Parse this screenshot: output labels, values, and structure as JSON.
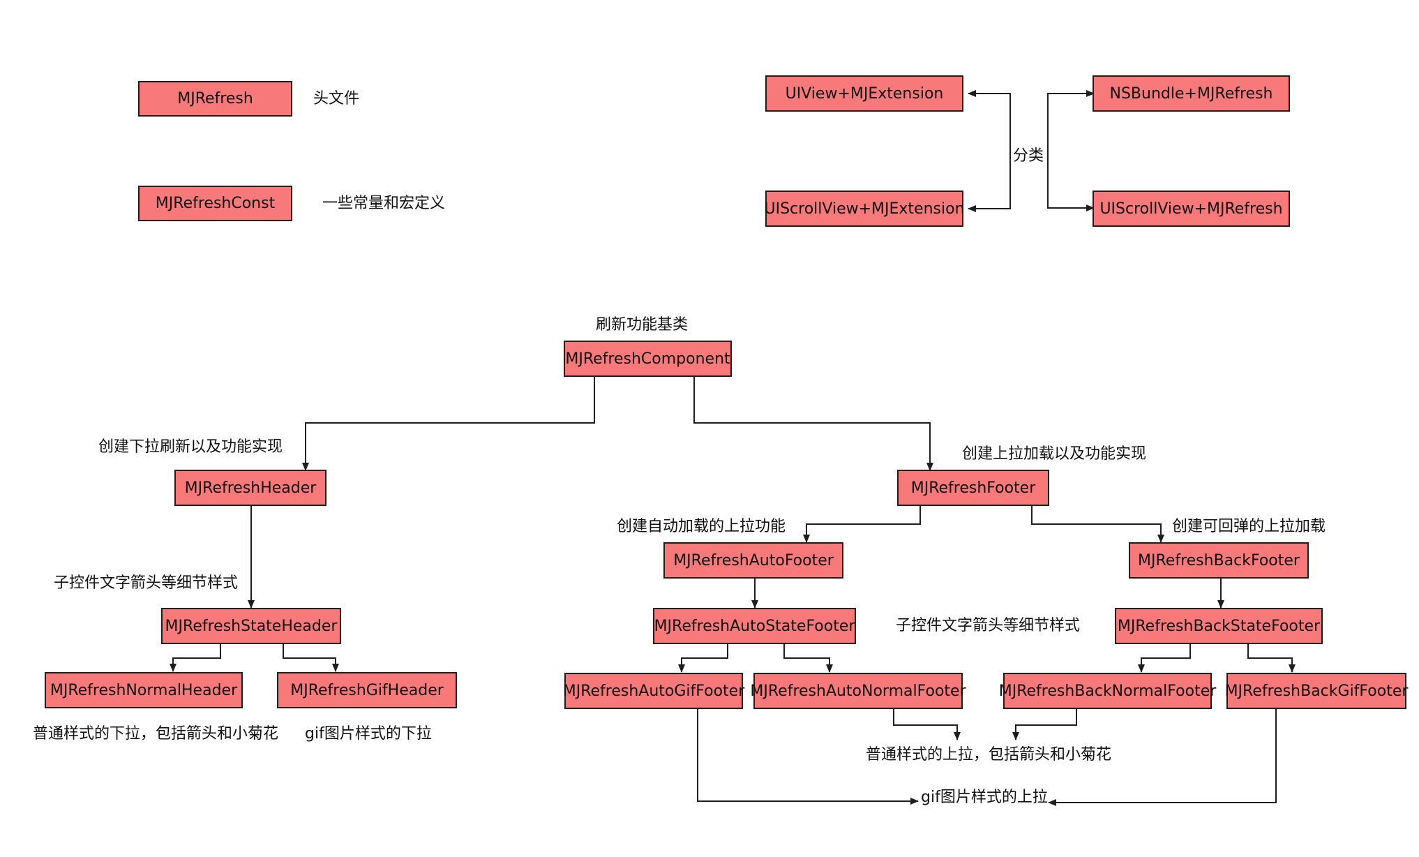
{
  "colors": {
    "box_fill": "#f8797a",
    "box_stroke": "#1e1e1e",
    "line": "#1e1e1e",
    "background": "#ffffff"
  },
  "boxes": {
    "mjrefresh": "MJRefresh",
    "mjrefresh_const": "MJRefreshConst",
    "uiview_ext": "UIView+MJExtension",
    "uiscrollview_ext": "UIScrollView+MJExtension",
    "nsbundle": "NSBundle+MJRefresh",
    "uiscrollview_refresh": "UIScrollView+MJRefresh",
    "component": "MJRefreshComponent",
    "header": "MJRefreshHeader",
    "footer": "MJRefreshFooter",
    "state_header": "MJRefreshStateHeader",
    "normal_header": "MJRefreshNormalHeader",
    "gif_header": "MJRefreshGifHeader",
    "auto_footer": "MJRefreshAutoFooter",
    "back_footer": "MJRefreshBackFooter",
    "auto_state_footer": "MJRefreshAutoStateFooter",
    "back_state_footer": "MJRefreshBackStateFooter",
    "auto_gif_footer": "MJRefreshAutoGifFooter",
    "auto_normal_footer": "MJRefreshAutoNormalFooter",
    "back_normal_footer": "MJRefreshBackNormalFooter",
    "back_gif_footer": "MJRefreshBackGifFooter"
  },
  "labels": {
    "header_file": "头文件",
    "constants": "一些常量和宏定义",
    "category": "分类",
    "base_class": "刷新功能基类",
    "pull_down": "创建下拉刷新以及功能实现",
    "pull_up": "创建上拉加载以及功能实现",
    "subcontrols_left": "子控件文字箭头等细节样式",
    "subcontrols_right": "子控件文字箭头等细节样式",
    "auto_load": "创建自动加载的上拉功能",
    "bounce_load": "创建可回弹的上拉加载",
    "normal_pull_down": "普通样式的下拉，包括箭头和小菊花",
    "gif_pull_down": "gif图片样式的下拉",
    "normal_pull_up": "普通样式的上拉，包括箭头和小菊花",
    "gif_pull_up": "gif图片样式的上拉"
  }
}
